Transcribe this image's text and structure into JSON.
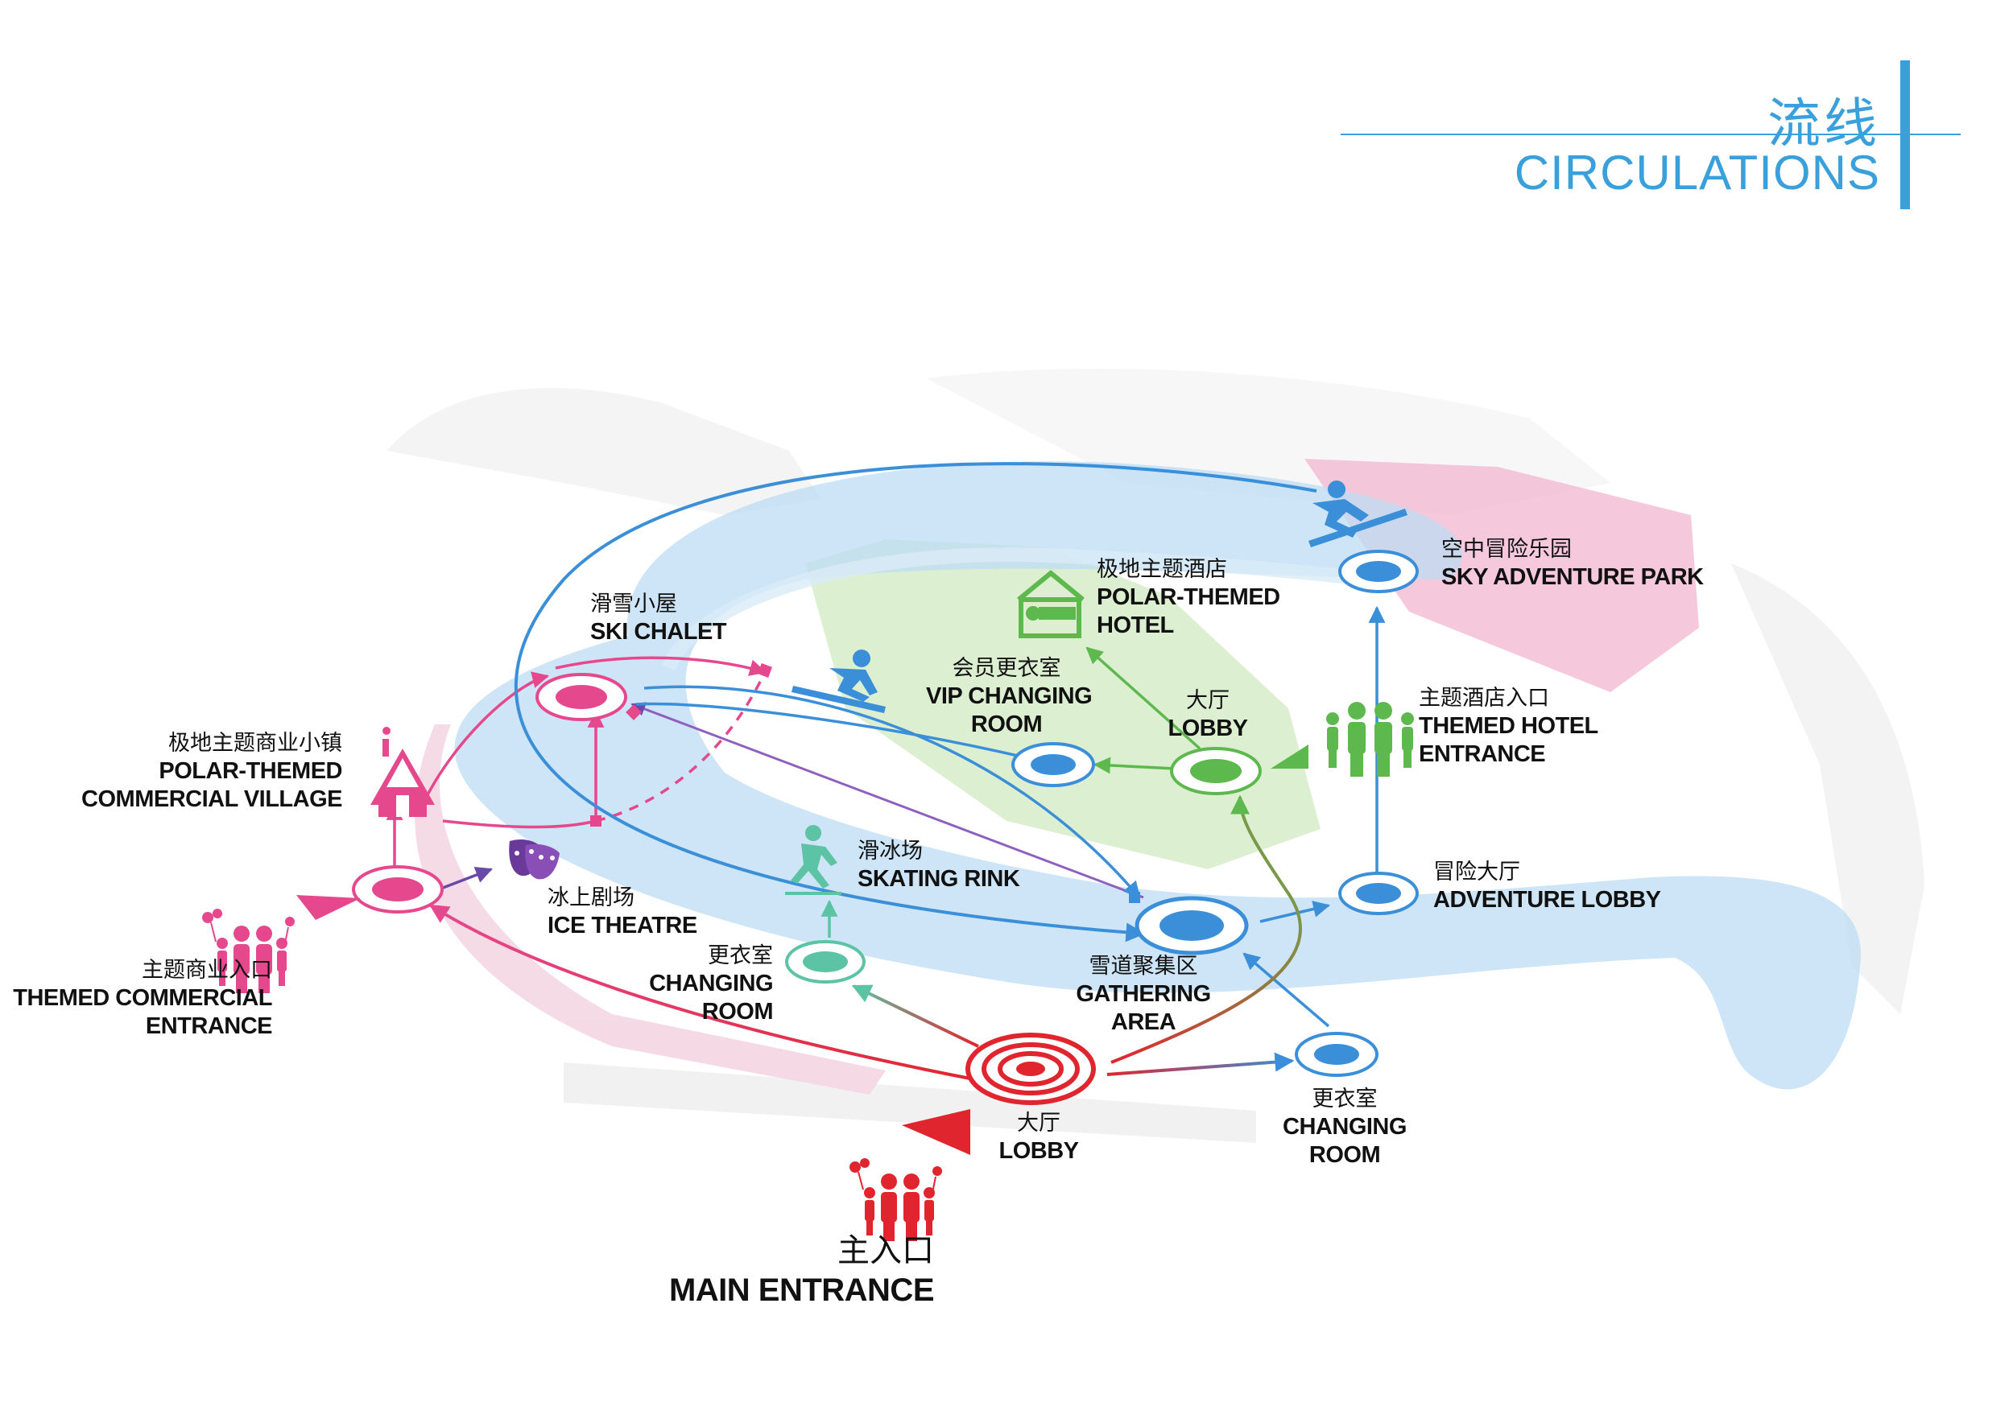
{
  "header": {
    "title_cn": "流线",
    "title_en": "CIRCULATIONS"
  },
  "colors": {
    "accent_blue": "#3aa0dc",
    "commercial_pink": "#e6488e",
    "main_red": "#e0252f",
    "hotel_green": "#5db84e",
    "skating_teal": "#5cc3a5",
    "theatre_purple": "#7a3a9a",
    "ski_blue": "#3a8fd8",
    "track_light_blue": "#bcdcf3"
  },
  "icons": [
    "house-icon",
    "family-icon",
    "theatre-masks-icon",
    "skier-icon",
    "ice-skater-icon",
    "bed-icon",
    "entrance-triangle-icon"
  ],
  "labels": {
    "commercial_village": {
      "cn": "极地主题商业小镇",
      "en1": "POLAR-THEMED",
      "en2": "COMMERCIAL VILLAGE"
    },
    "themed_commercial_entrance": {
      "cn": "主题商业入口",
      "en1": "THEMED COMMERCIAL",
      "en2": "ENTRANCE"
    },
    "ski_chalet": {
      "cn": "滑雪小屋",
      "en": "SKI CHALET"
    },
    "ice_theatre": {
      "cn": "冰上剧场",
      "en": "ICE THEATRE"
    },
    "skating_rink": {
      "cn": "滑冰场",
      "en": "SKATING RINK"
    },
    "changing_room_left": {
      "cn": "更衣室",
      "en1": "CHANGING",
      "en2": "ROOM"
    },
    "vip_changing_room": {
      "cn": "会员更衣室",
      "en1": "VIP CHANGING",
      "en2": "ROOM"
    },
    "polar_hotel": {
      "cn": "极地主题酒店",
      "en1": "POLAR-THEMED",
      "en2": "HOTEL"
    },
    "hotel_lobby": {
      "cn": "大厅",
      "en": "LOBBY"
    },
    "gathering_area": {
      "cn": "雪道聚集区",
      "en1": "GATHERING",
      "en2": "AREA"
    },
    "sky_adventure_park": {
      "cn": "空中冒险乐园",
      "en": "SKY ADVENTURE PARK"
    },
    "themed_hotel_entrance": {
      "cn": "主题酒店入口",
      "en1": "THEMED HOTEL",
      "en2": "ENTRANCE"
    },
    "adventure_lobby": {
      "cn": "冒险大厅",
      "en": "ADVENTURE LOBBY"
    },
    "main_lobby": {
      "cn": "大厅",
      "en": "LOBBY"
    },
    "changing_room_right": {
      "cn": "更衣室",
      "en1": "CHANGING",
      "en2": "ROOM"
    },
    "main_entrance": {
      "cn": "主入口",
      "en": "MAIN ENTRANCE"
    }
  }
}
